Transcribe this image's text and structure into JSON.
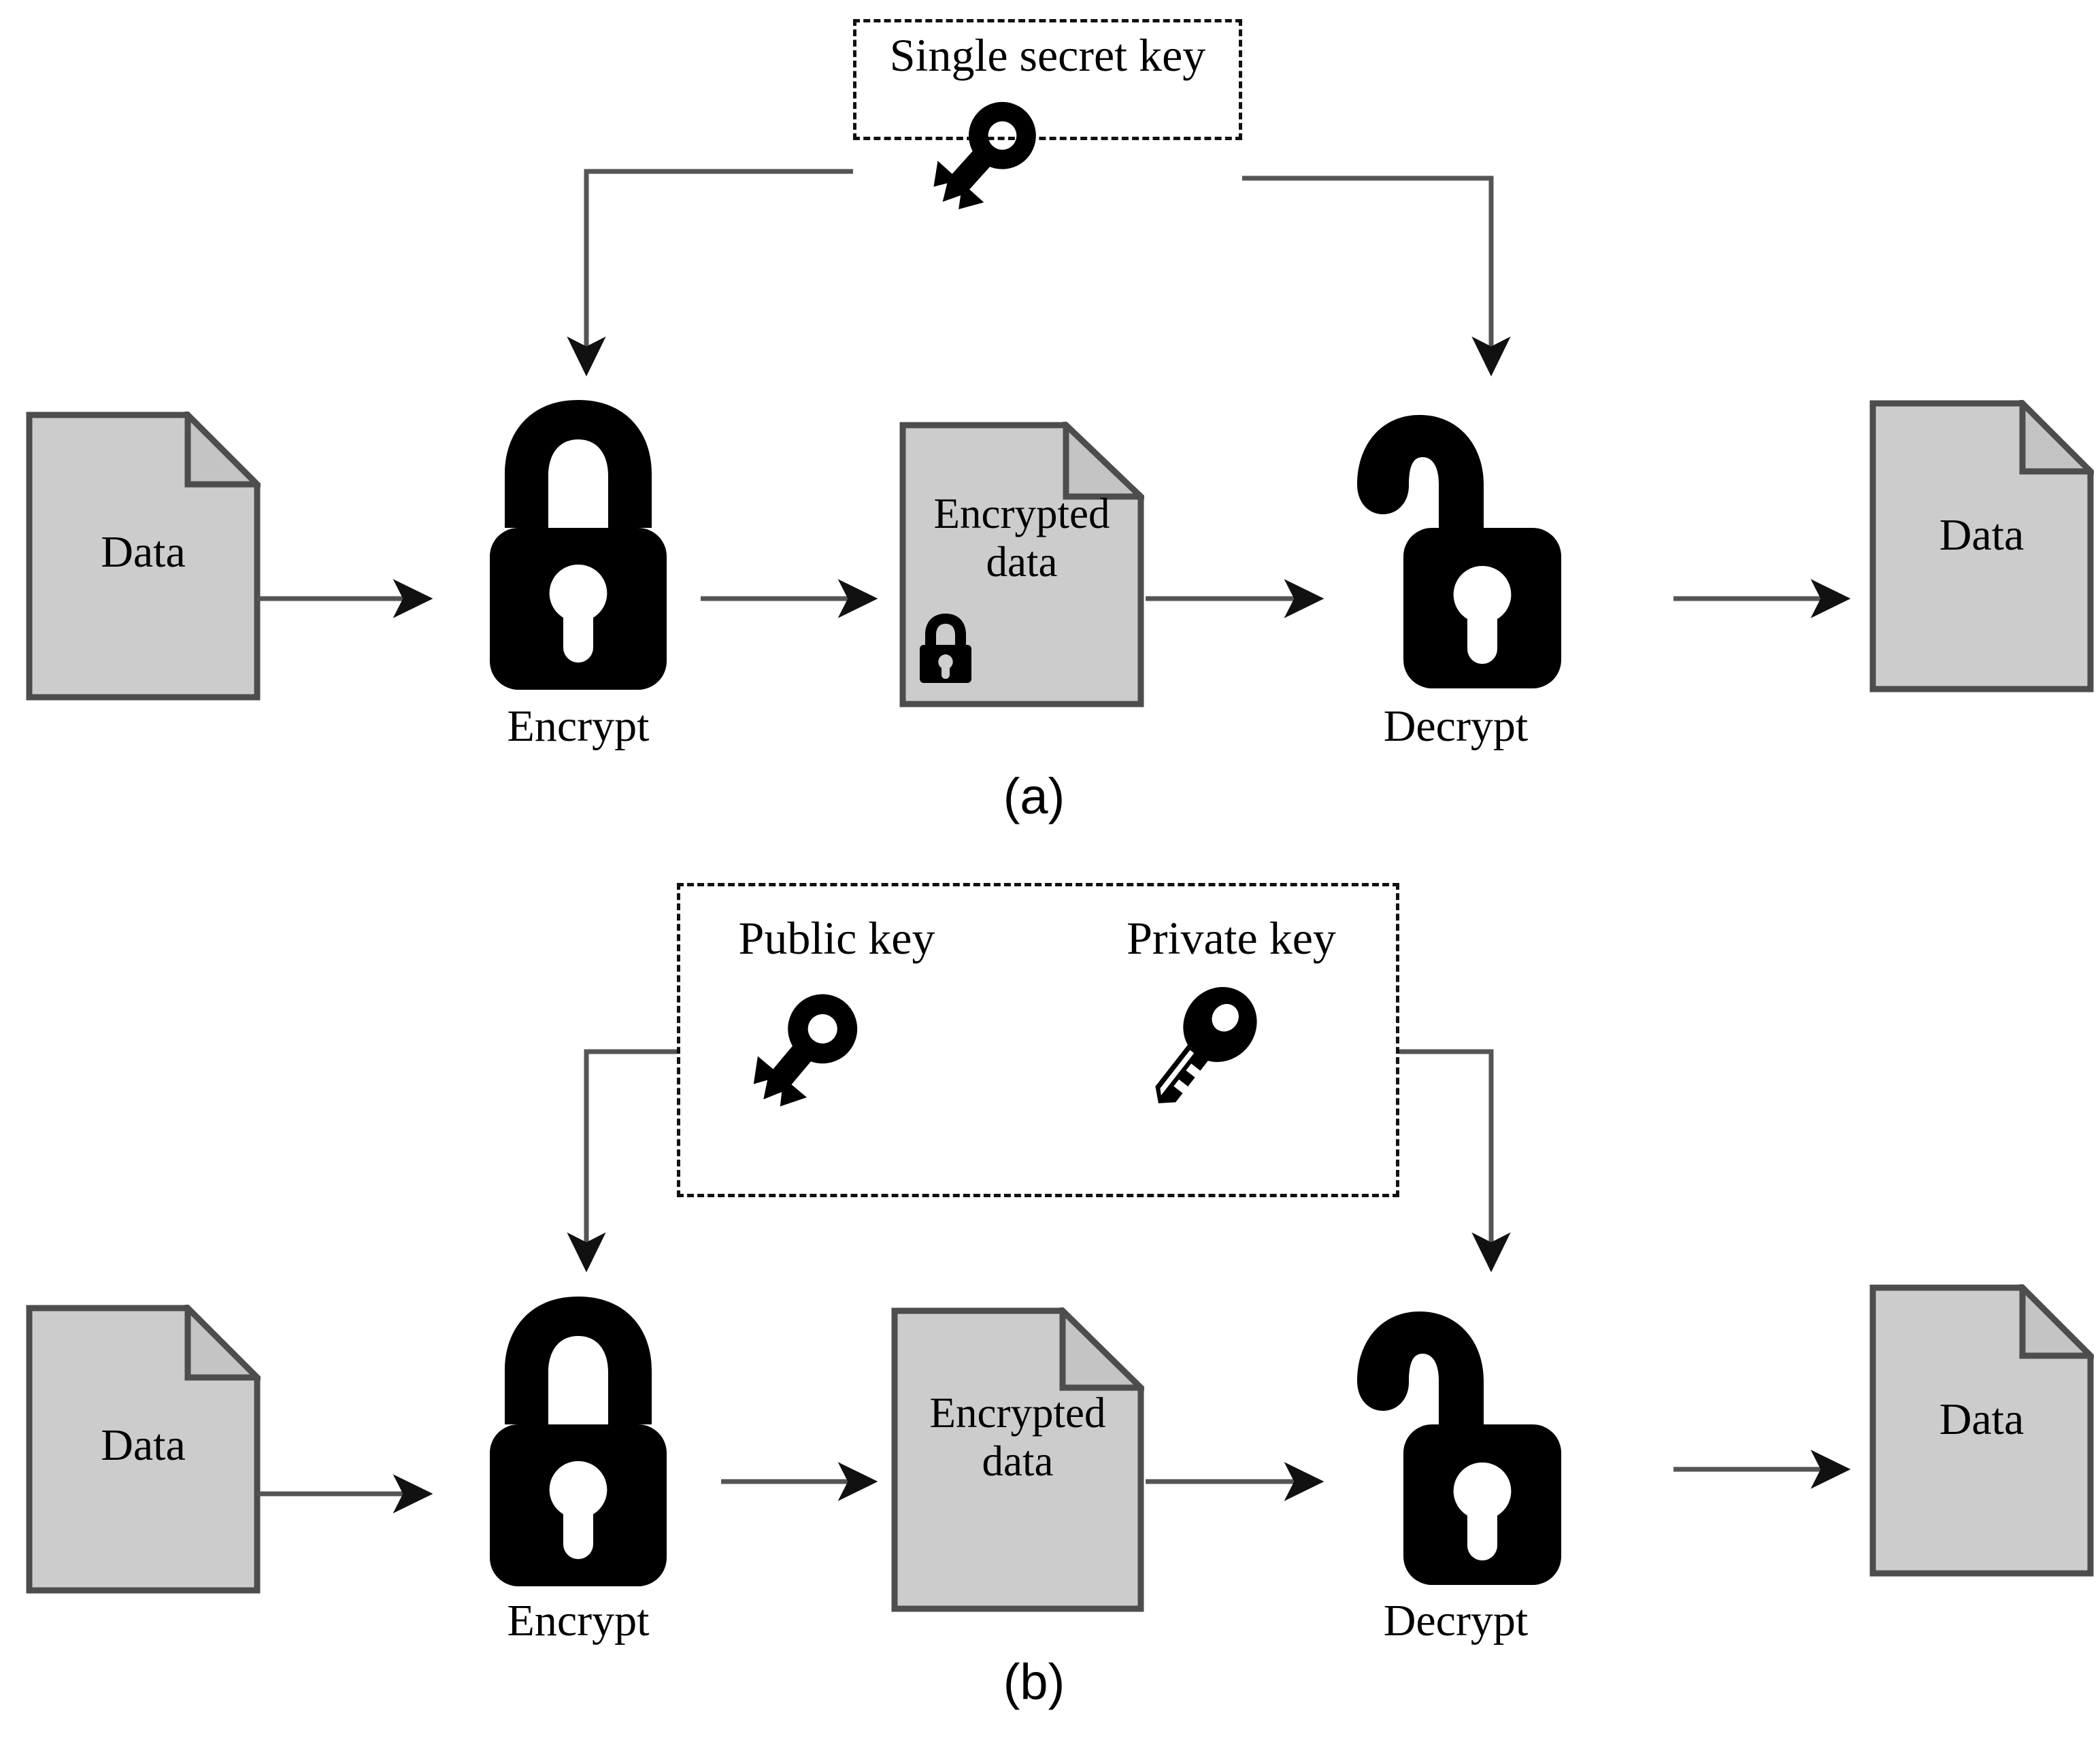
{
  "figure": {
    "title_present": false,
    "background_color": "#ffffff",
    "doc_fill_color": "#cccccc",
    "doc_stroke_color": "#4d4d4d",
    "icon_color": "#000000",
    "wire_color": "#555555"
  },
  "panels": [
    {
      "id": "a",
      "panel_label": "(a)",
      "keybox": {
        "label_1": "Single secret key",
        "keys": [
          {
            "name": "single-secret-key",
            "style": "classic"
          }
        ]
      },
      "flow": [
        {
          "type": "document",
          "label": "Data",
          "has_lock_badge": false
        },
        {
          "type": "lock-closed",
          "caption": "Encrypt"
        },
        {
          "type": "document",
          "label": "Encrypted\ndata",
          "has_lock_badge": true
        },
        {
          "type": "lock-open",
          "caption": "Decrypt"
        },
        {
          "type": "document",
          "label": "Data",
          "has_lock_badge": false
        }
      ]
    },
    {
      "id": "b",
      "panel_label": "(b)",
      "keybox": {
        "label_1": "Public key",
        "label_2": "Private key",
        "keys": [
          {
            "name": "public-key",
            "style": "classic"
          },
          {
            "name": "private-key",
            "style": "toothed"
          }
        ]
      },
      "flow": [
        {
          "type": "document",
          "label": "Data",
          "has_lock_badge": false
        },
        {
          "type": "lock-closed",
          "caption": "Encrypt"
        },
        {
          "type": "document",
          "label": "Encrypted\ndata",
          "has_lock_badge": false
        },
        {
          "type": "lock-open",
          "caption": "Decrypt"
        },
        {
          "type": "document",
          "label": "Data",
          "has_lock_badge": false
        }
      ]
    }
  ],
  "labels": {
    "data": "Data",
    "encrypted_data": "Encrypted\ndata",
    "encrypt": "Encrypt",
    "decrypt": "Decrypt",
    "single_secret_key": "Single secret key",
    "public_key": "Public key",
    "private_key": "Private key",
    "panel_a": "(a)",
    "panel_b": "(b)"
  }
}
